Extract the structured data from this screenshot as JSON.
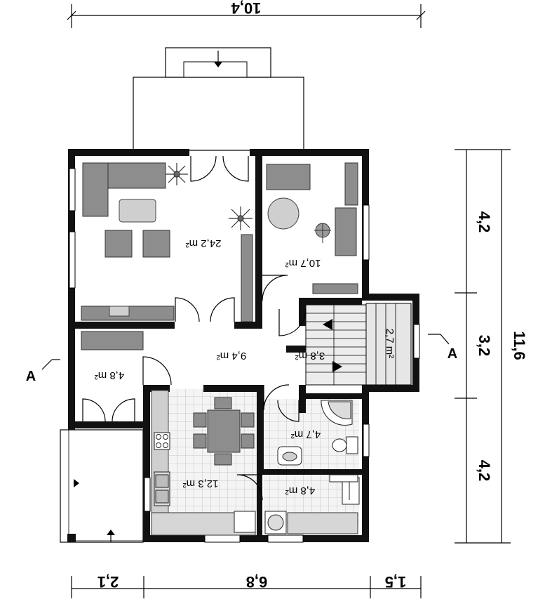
{
  "dimensions": {
    "top_width": "10,4",
    "right_total": "11,6",
    "right_segments": [
      "4,2",
      "3,2",
      "4,2"
    ],
    "bottom_segments": [
      "2,1",
      "6,8",
      "1,5"
    ]
  },
  "rooms": [
    {
      "id": "living",
      "area": "24,2 m²"
    },
    {
      "id": "bedroom",
      "area": "10,7 m²"
    },
    {
      "id": "stair",
      "area": "2,7 m²"
    },
    {
      "id": "hall",
      "area": "9,4 m²"
    },
    {
      "id": "storage",
      "area": "3,8 m²"
    },
    {
      "id": "vestibule",
      "area": "4,8 m²"
    },
    {
      "id": "bathroom",
      "area": "4,7 m²"
    },
    {
      "id": "kitchen",
      "area": "12,3 m²"
    },
    {
      "id": "laundry",
      "area": "4,8 m²"
    }
  ],
  "section_markers": [
    "A",
    "A"
  ]
}
